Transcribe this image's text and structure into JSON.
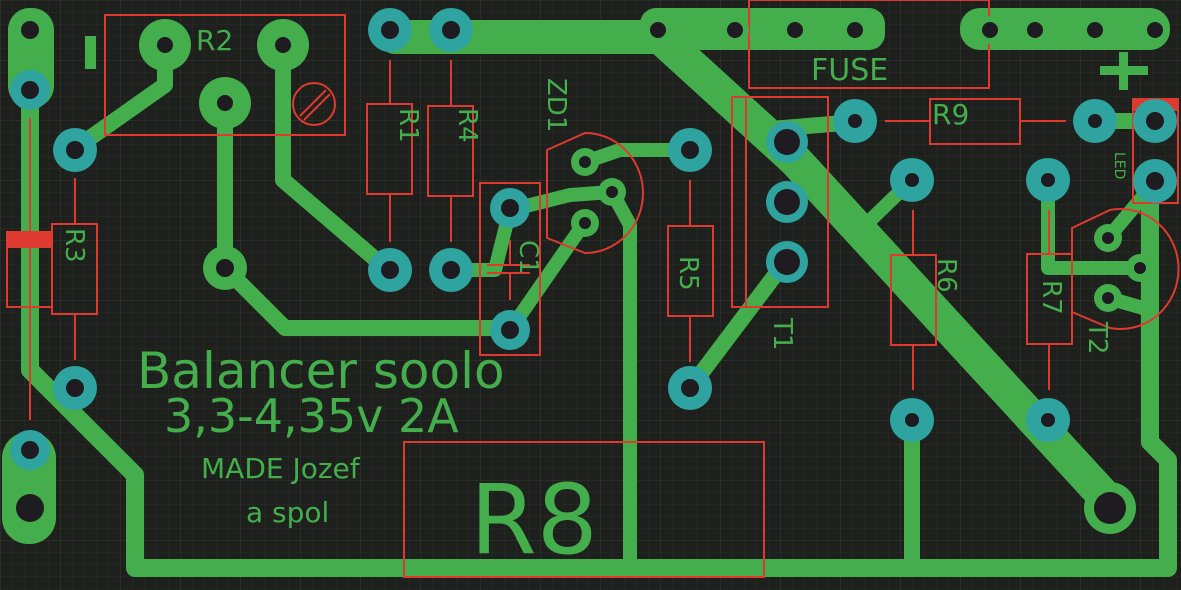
{
  "board": {
    "title": "Balancer soolo",
    "subtitle": "3,3-4,35v 2A",
    "author_line1": "MADE Jozef",
    "author_line2": "a spol",
    "colors": {
      "background": "#1e201d",
      "grid": "#2e312c",
      "copper": "#44ae4c",
      "pad": "#2fa3a0",
      "silkscreen": "#df3a2f",
      "hole": "#1e1c20"
    }
  },
  "components": {
    "R1": "R1",
    "R2": "R2",
    "R3": "R3",
    "R4": "R4",
    "R5": "R5",
    "R6": "R6",
    "R7": "R7",
    "R8": "R8",
    "R9": "R9",
    "ZD1": "ZD1",
    "C1": "C1",
    "T1": "T1",
    "T2": "T2",
    "FUSE": "FUSE",
    "LED": "LED"
  },
  "markings": {
    "plus": "+",
    "minus": "|"
  }
}
